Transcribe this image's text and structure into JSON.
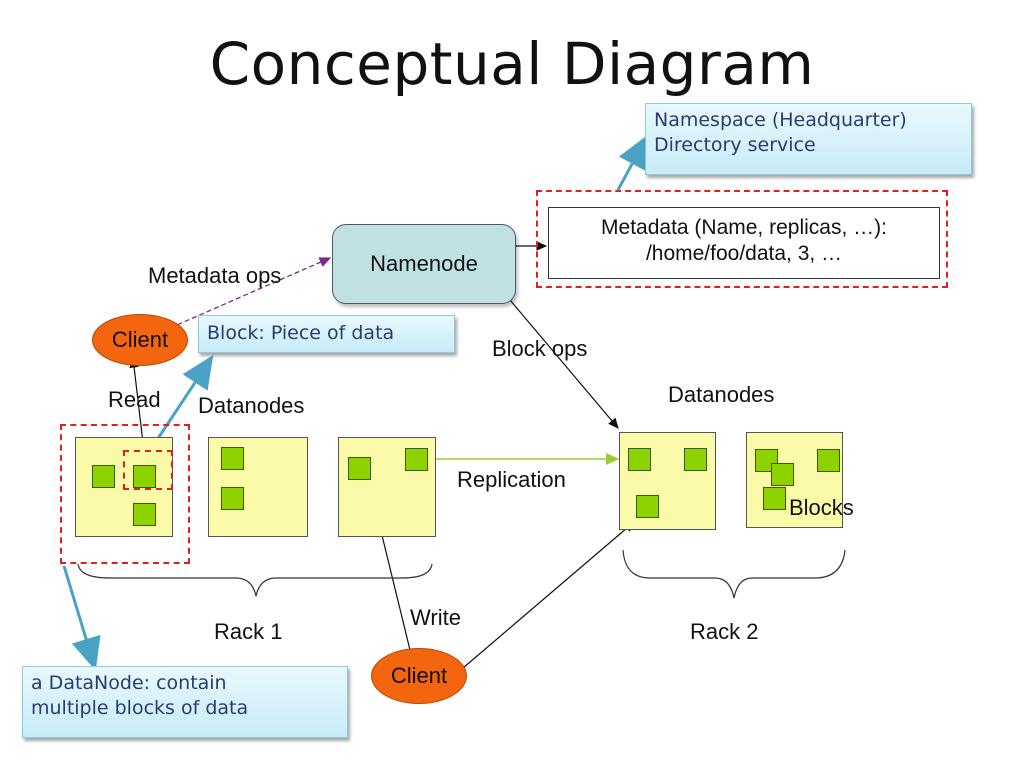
{
  "title": "Conceptual Diagram",
  "callouts": {
    "namespace_line1": "Namespace (Headquarter)",
    "namespace_line2": "Directory service",
    "block": "Block: Piece of data",
    "datanode_line1": "a DataNode: contain",
    "datanode_line2": "multiple blocks of data"
  },
  "namenode": "Namenode",
  "metadata": {
    "line1": "Metadata (Name, replicas, …):",
    "line2": "/home/foo/data, 3, …"
  },
  "labels": {
    "metadata_ops": "Metadata ops",
    "block_ops": "Block ops",
    "read": "Read",
    "write": "Write",
    "datanodes_left": "Datanodes",
    "datanodes_right": "Datanodes",
    "replication": "Replication",
    "blocks": "Blocks",
    "rack1": "Rack 1",
    "rack2": "Rack 2"
  },
  "clients": {
    "top": "Client",
    "bottom": "Client"
  },
  "colors": {
    "node_fill": "#fbfaa8",
    "block_fill": "#8ed300",
    "client_fill": "#f4650f",
    "namenode_fill": "#bfe1e4",
    "callout_fill": "#c6ecf8",
    "highlight_dash": "#e02020"
  }
}
